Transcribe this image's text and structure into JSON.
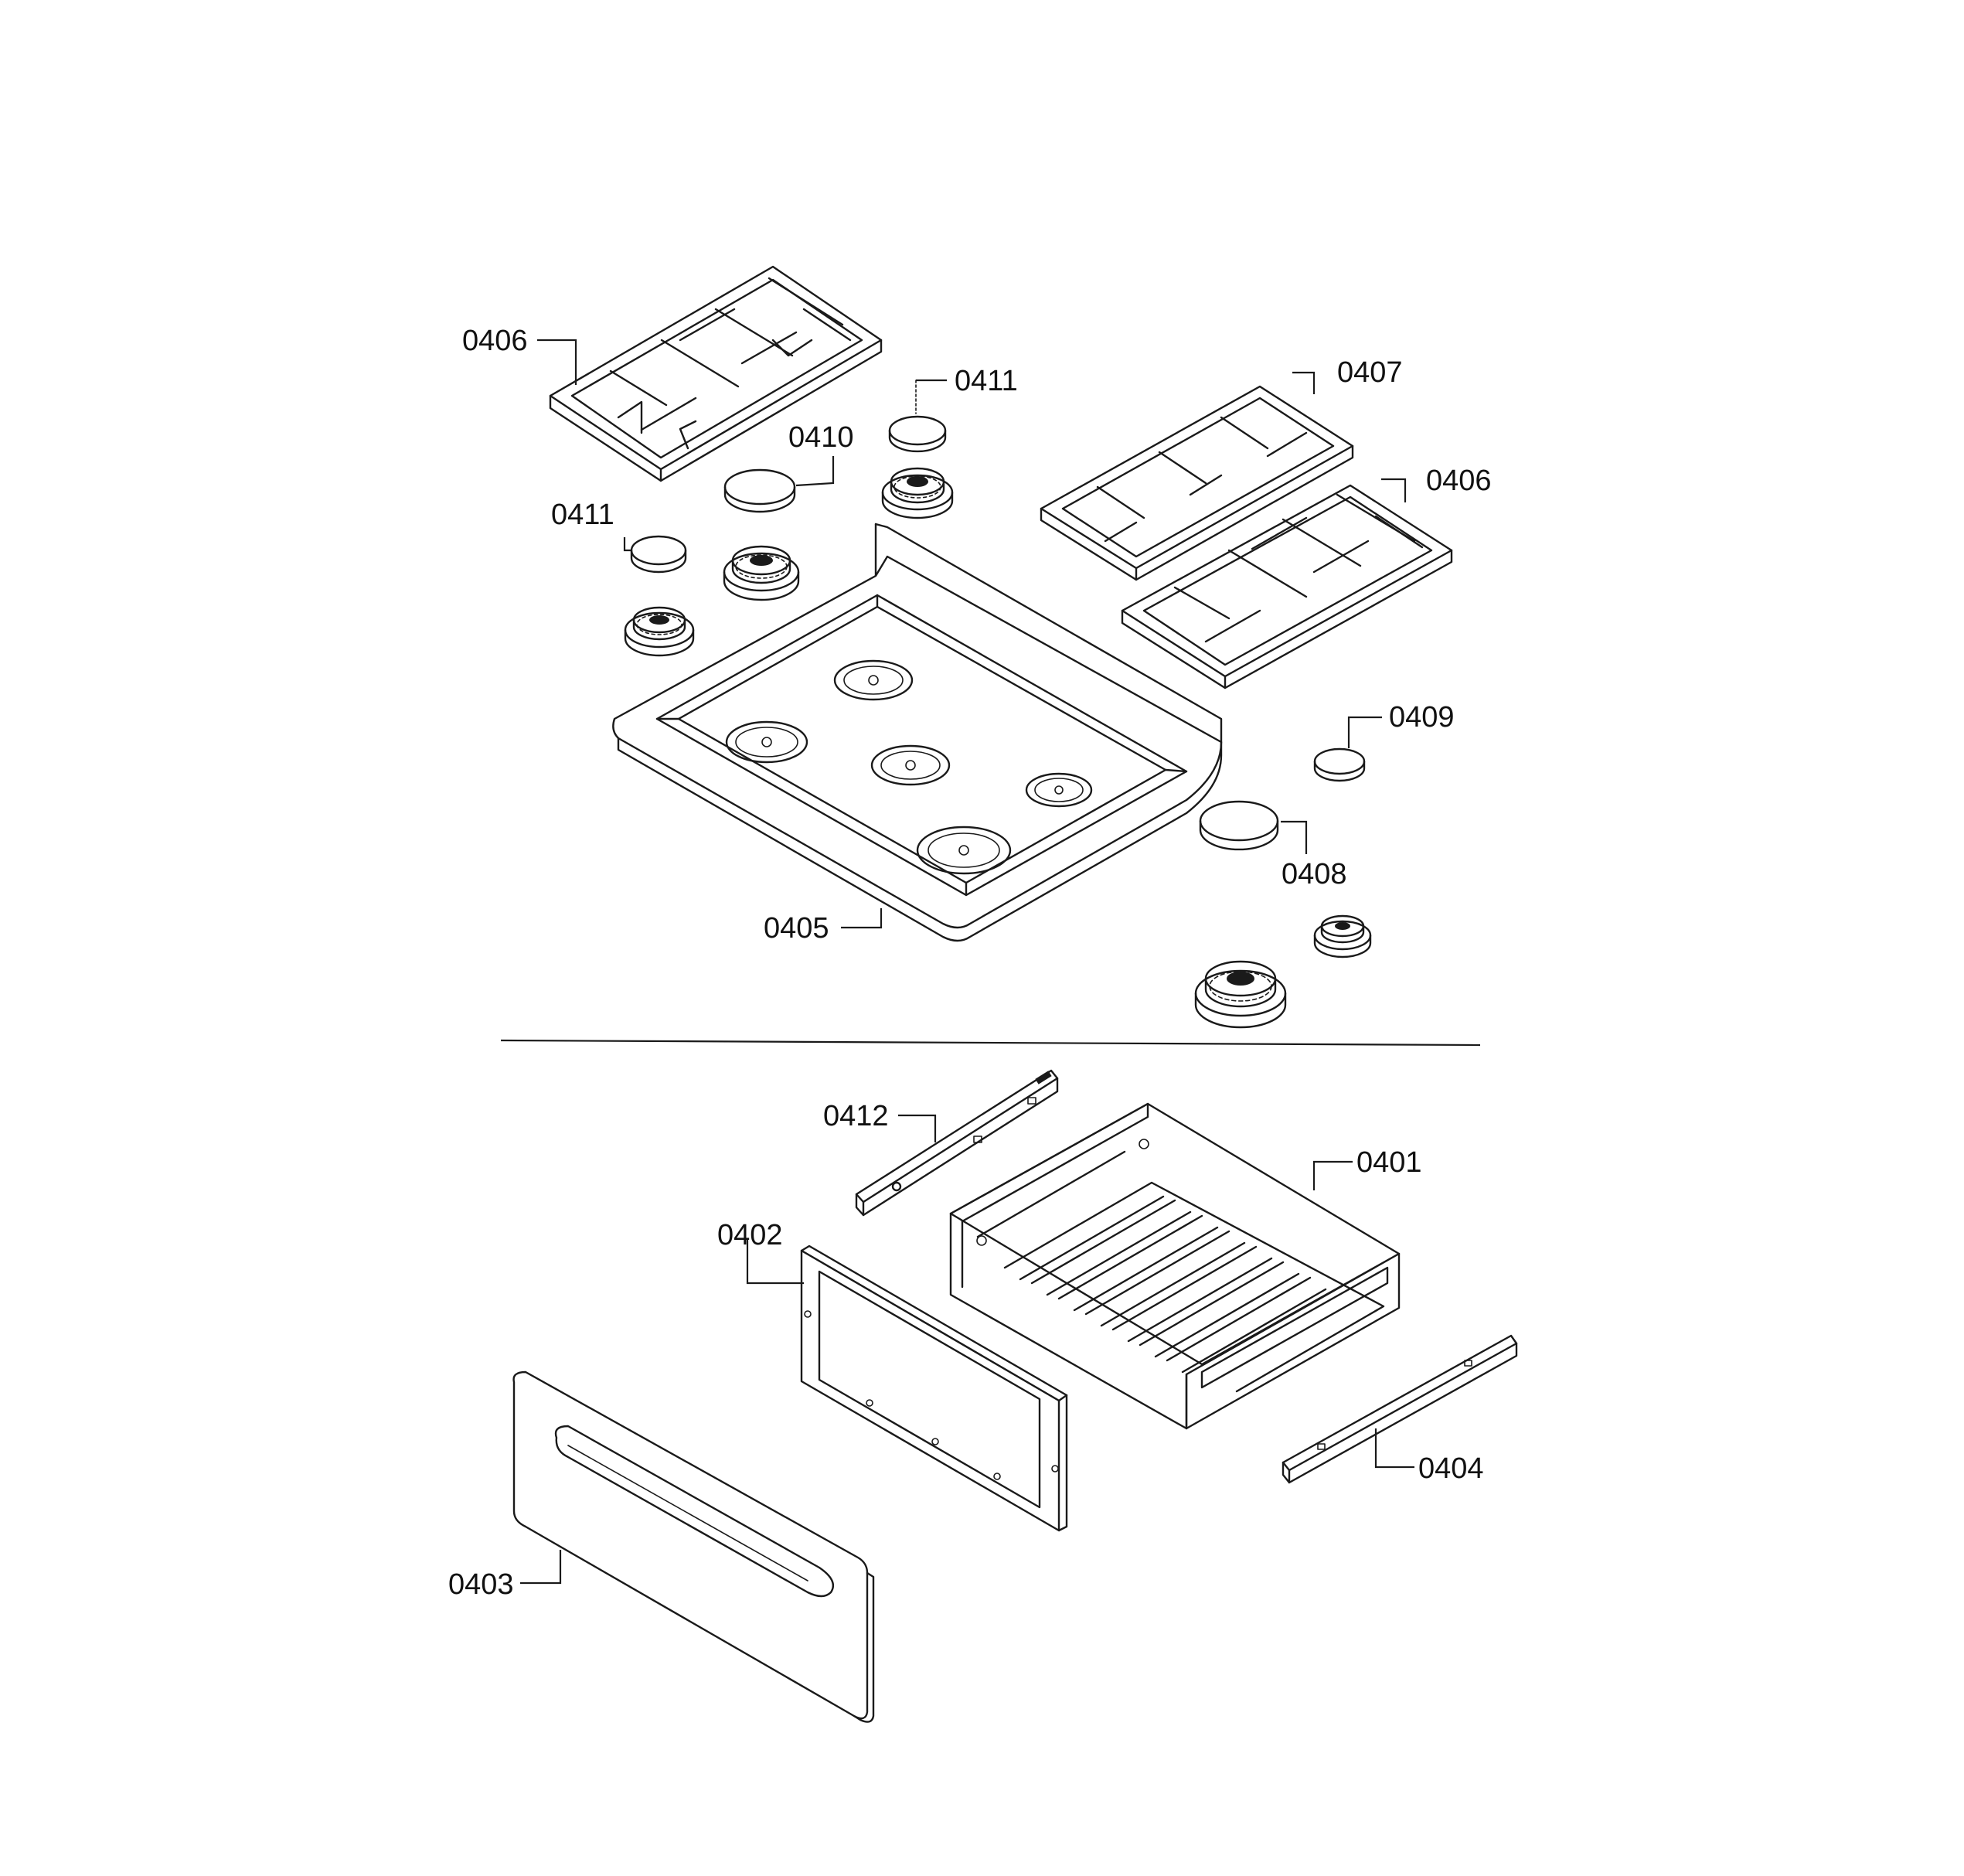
{
  "callouts": {
    "grate_left": "0406",
    "cap_small_top": "0411",
    "cap_medium": "0410",
    "cap_small_left": "0411",
    "grate_right_back": "0407",
    "grate_right_front": "0406",
    "cap_small_right": "0409",
    "cap_large_right": "0408",
    "cooktop": "0405",
    "drawer_rail_left": "0412",
    "drawer_body": "0401",
    "drawer_inner_panel": "0402",
    "drawer_rail_right": "0404",
    "drawer_front": "0403"
  },
  "colors": {
    "ink": "#1a1a1a",
    "paper": "#ffffff"
  }
}
